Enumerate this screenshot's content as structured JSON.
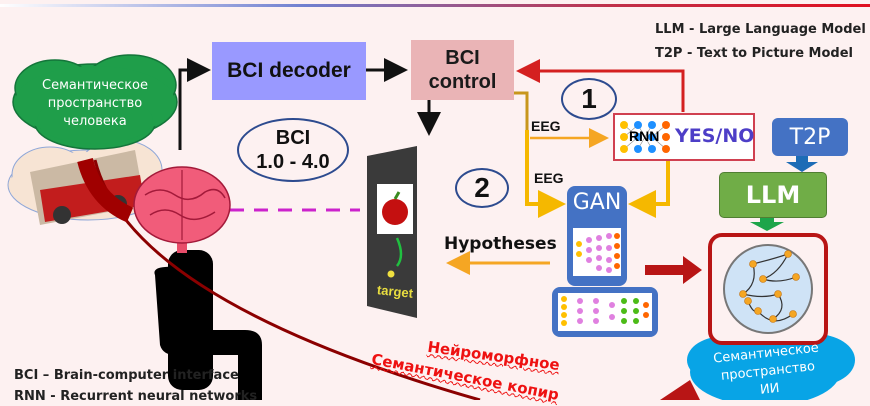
{
  "legend_top": {
    "llm": "LLM  - Large Language Model",
    "t2p": "T2P  - Text to  Picture Model"
  },
  "legend_bottom": {
    "bci": "BCI – Brain-computer interface",
    "rnn": "RNN - Recurrent neural networks"
  },
  "blocks": {
    "decoder": "BCI decoder",
    "control_line1": "BCI",
    "control_line2": "control",
    "bci_version_line1": "BCI",
    "bci_version_line2": "1.0 - 4.0",
    "step1": "1",
    "step2": "2",
    "rnn": "RNN",
    "yes_no": "YES/NO",
    "t2p": "T2P",
    "llm": "LLM",
    "gan": "GAN",
    "eeg1": "EEG",
    "eeg2": "EEG",
    "hypotheses": "Hypotheses",
    "target": "target"
  },
  "clouds": {
    "human_line1": "Семантическое",
    "human_line2": "пространство",
    "human_line3": "человека",
    "ai_line1": "Семантическое",
    "ai_line2": "пространство",
    "ai_line3": "ИИ"
  },
  "curve_label": {
    "line1": "Нейроморфное",
    "line2": "Семантическое копир"
  },
  "colors": {
    "decoder": "#9999ff",
    "control": "#eab4b6",
    "gan": "#4472c4",
    "llm": "#70ad47",
    "t2p": "#4472c4",
    "feedback_arrow": "#d42020",
    "eeg_arrow": "#f5a623",
    "ai_box_border": "#b81515"
  }
}
